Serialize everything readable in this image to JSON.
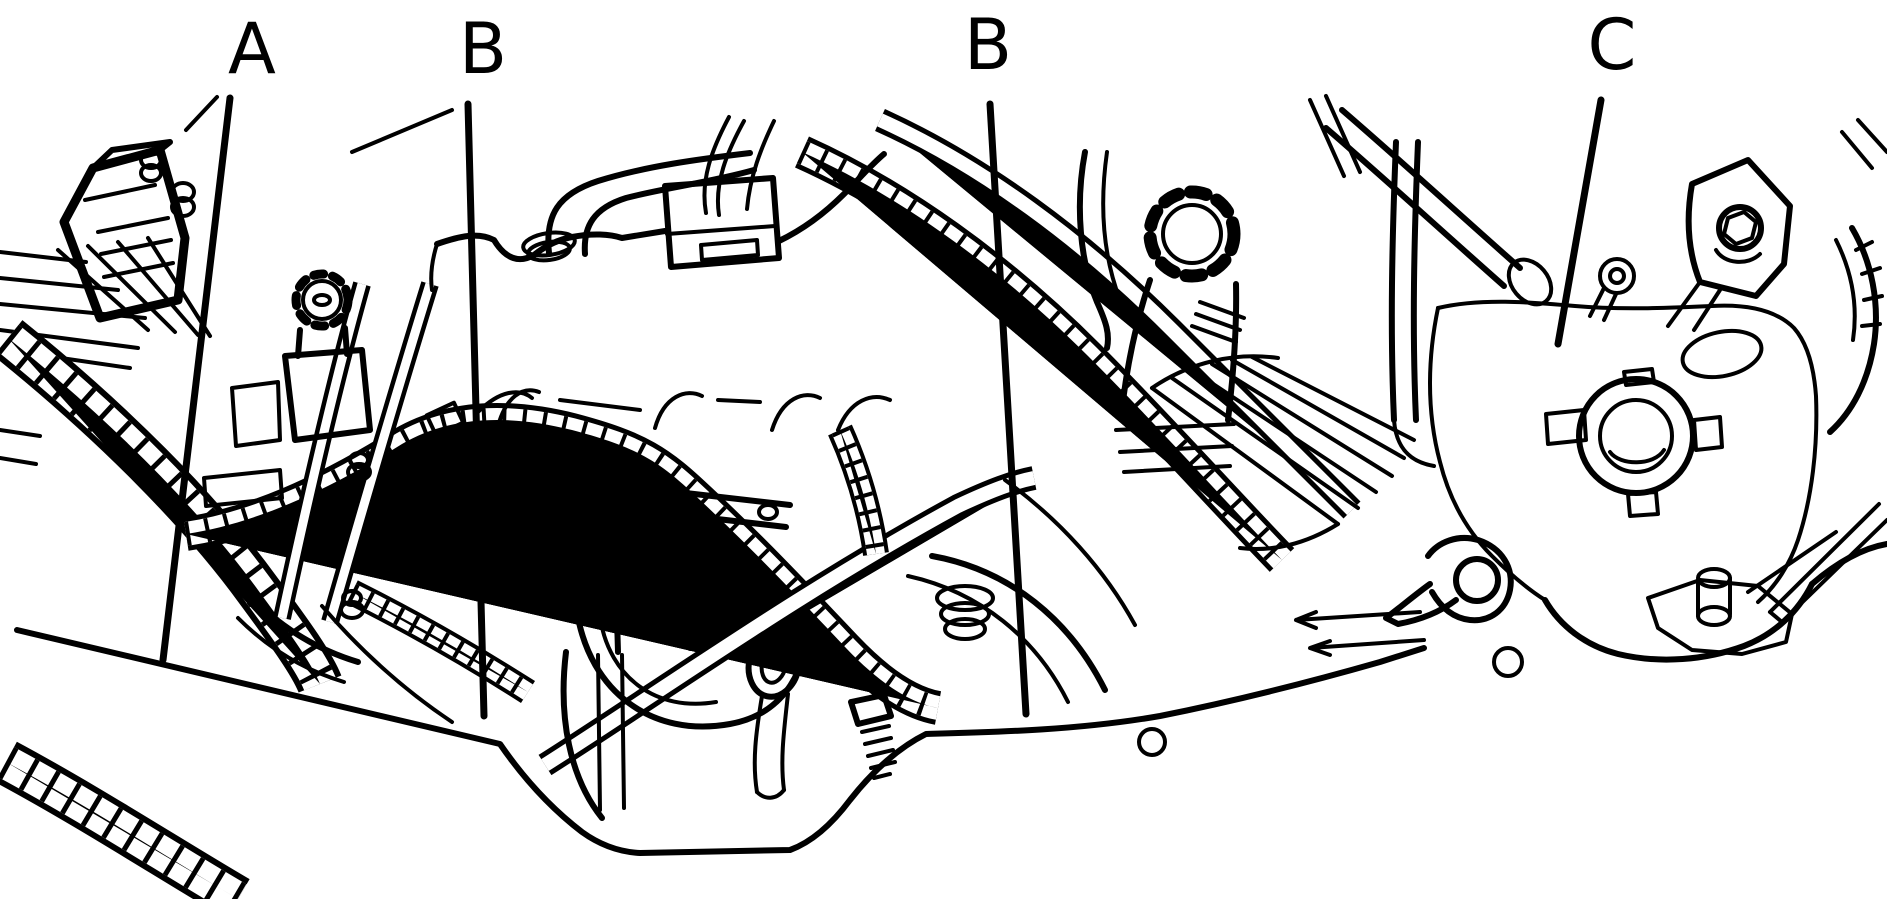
{
  "diagram": {
    "description": "Black-and-white engine compartment line illustration with lettered component callouts",
    "callouts": [
      {
        "id": "A",
        "label": "A"
      },
      {
        "id": "B1",
        "label": "B"
      },
      {
        "id": "B2",
        "label": "B"
      },
      {
        "id": "C",
        "label": "C"
      }
    ],
    "colors": {
      "line": "#000000",
      "background": "#ffffff"
    }
  }
}
